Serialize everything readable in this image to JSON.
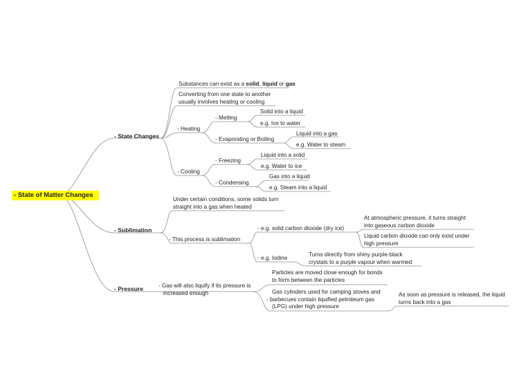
{
  "root": "State of Matter Changes",
  "state_changes": {
    "label": "State Changes",
    "exist_pre": "Substances can exist as a ",
    "solid": "solid",
    "comma": ", ",
    "liquid": "liquid",
    "or": " or ",
    "gas": "gas",
    "converting_1": "Converting from one state to another",
    "converting_2": "usually involves heating or cooling",
    "heating": {
      "label": "Heating",
      "melting": {
        "label": "Melting",
        "desc": "Solid into a liquid",
        "example": "e.g. Ice to water"
      },
      "evaporating": {
        "label": "Evaporating or Boiling",
        "desc": "Liquid into a gas",
        "example": "e.g. Water to steam"
      }
    },
    "cooling": {
      "label": "Cooling",
      "freezing": {
        "label": "Freezing",
        "desc": "Liquid into a solid",
        "example": "e.g. Water to ice"
      },
      "condensing": {
        "label": "Condensing",
        "desc": "Gas into a liquid",
        "example": "e.g. Steam into a liquid"
      }
    }
  },
  "sublimation": {
    "label": "Sublimation",
    "intro_1": "Under certain conditions, some solids turn",
    "intro_2": "straight into a gas when heated",
    "process": "This process is sublimation",
    "co2": {
      "label": "e.g. solid carbon dioxide (dry ice)",
      "note1_1": "At atmospheric pressure, it turns straight",
      "note1_2": "into gaseous carbon dioxide",
      "note2_1": "Liquid carbon dioxide can only exist under",
      "note2_2": "high pressure"
    },
    "iodine": {
      "label": "e.g. Iodine",
      "desc_1": "Turns directly from shiny purple-black",
      "desc_2": "crystals to a purple vapour when warmed"
    }
  },
  "pressure": {
    "label": "Pressure",
    "liquify_1": "Gas will also liquify if its pressure is",
    "liquify_2": "increased enough",
    "particles_1": "Particles are moved close enough for bonds",
    "particles_2": "to form between the particles",
    "cylinders_1": "Gas cylinders used for camping stoves and",
    "cylinders_2": "barbecues contain liquified petroleum gas",
    "cylinders_3": "(LPG) under high pressure",
    "released_1": "As soon as pressure is released, the liquid",
    "released_2": "turns back into a gas"
  },
  "colors": {
    "root_highlight": "#ffff00",
    "line": "#8a8a8a"
  }
}
